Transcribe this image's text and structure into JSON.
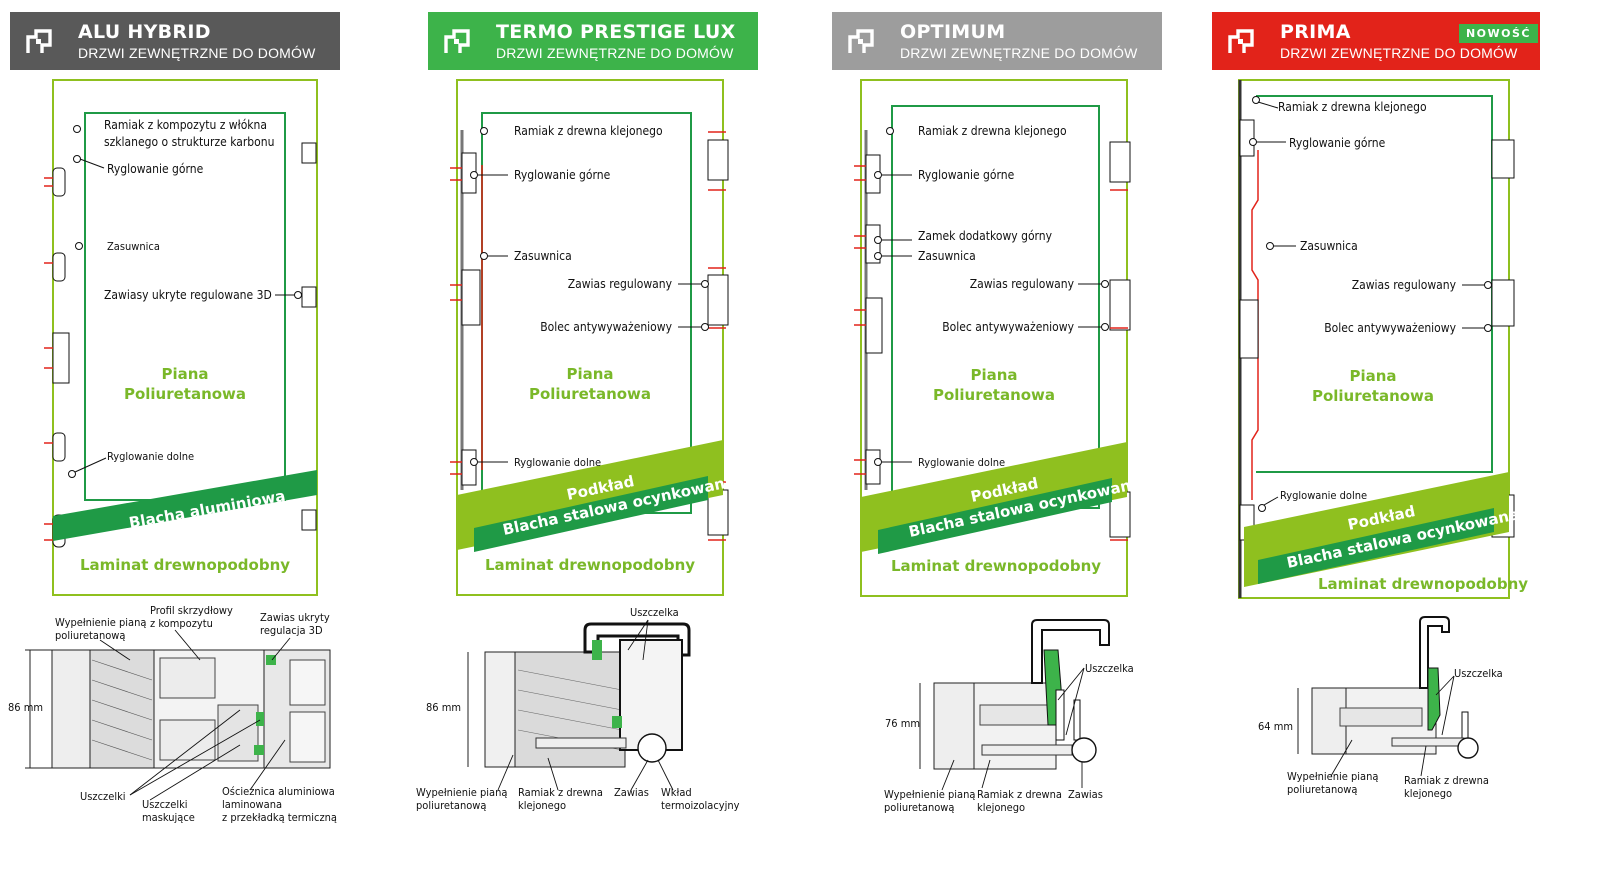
{
  "colors": {
    "alu_header": "#595959",
    "termo_header": "#3db34a",
    "optimum_header": "#9d9d9d",
    "prima_header": "#e2231a",
    "lime": "#8fc01f",
    "dark_green": "#1f9a46",
    "red": "#e2231a"
  },
  "panels": [
    {
      "name": "ALU HYBRID",
      "subtitle": "DRZWI ZEWNĘTRZNE DO DOMÓW",
      "labels": {
        "frame1": "Ramiak z kompozytu z włókna",
        "frame2": "szklanego o strukturze karbonu",
        "lock_top": "Ryglowanie górne",
        "bolt": "Zasuwnica",
        "hinges": "Zawiasy ukryte regulowane 3D",
        "foam1": "Piana",
        "foam2": "Poliuretanowa",
        "lock_bottom": "Ryglowanie dolne",
        "band": "Blacha aluminiowa",
        "laminate": "Laminat drewnopodobny"
      },
      "section": {
        "fill1": "Wypełnienie pianą",
        "fill2": "poliuretanową",
        "profile1": "Profil skrzydłowy",
        "profile2": "z kompozytu",
        "hinge1": "Zawias ukryty",
        "hinge2": "regulacja 3D",
        "thickness": "86 mm",
        "seals": "Uszczelki",
        "mask1": "Uszczelki",
        "mask2": "maskujące",
        "frame1": "Ościeżnica aluminiowa",
        "frame2": "laminowana",
        "frame3": "z przekładką termiczną"
      }
    },
    {
      "name": "TERMO PRESTIGE LUX",
      "subtitle": "DRZWI ZEWNĘTRZNE DO DOMÓW",
      "labels": {
        "frame": "Ramiak z drewna klejonego",
        "lock_top": "Ryglowanie górne",
        "bolt": "Zasuwnica",
        "hinge": "Zawias regulowany",
        "pin": "Bolec antywyważeniowy",
        "foam1": "Piana",
        "foam2": "Poliuretanowa",
        "lock_bottom": "Ryglowanie dolne",
        "base": "Podkład",
        "band": "Blacha stalowa ocynkowana",
        "laminate": "Laminat drewnopodobny"
      },
      "section": {
        "seal": "Uszczelka",
        "thickness": "86 mm",
        "fill1": "Wypełnienie pianą",
        "fill2": "poliuretanową",
        "wood1": "Ramiak z drewna",
        "wood2": "klejonego",
        "hinge": "Zawias",
        "insert1": "Wkład",
        "insert2": "termoizolacyjny"
      }
    },
    {
      "name": "OPTIMUM",
      "subtitle": "DRZWI ZEWNĘTRZNE DO DOMÓW",
      "labels": {
        "frame": "Ramiak z drewna klejonego",
        "lock_top": "Ryglowanie górne",
        "extra_lock": "Zamek dodatkowy górny",
        "bolt": "Zasuwnica",
        "hinge": "Zawias regulowany",
        "pin": "Bolec antywyważeniowy",
        "foam1": "Piana",
        "foam2": "Poliuretanowa",
        "lock_bottom": "Ryglowanie dolne",
        "base": "Podkład",
        "band": "Blacha stalowa ocynkowana",
        "laminate": "Laminat drewnopodobny"
      },
      "section": {
        "seal": "Uszczelka",
        "thickness": "76 mm",
        "fill1": "Wypełnienie pianą",
        "fill2": "poliuretanową",
        "wood1": "Ramiak z drewna",
        "wood2": "klejonego",
        "hinge": "Zawias"
      }
    },
    {
      "name": "PRIMA",
      "subtitle": "DRZWI ZEWNĘTRZNE DO DOMÓW",
      "badge": "NOWOŚĆ",
      "labels": {
        "frame": "Ramiak z drewna klejonego",
        "lock_top": "Ryglowanie górne",
        "bolt": "Zasuwnica",
        "hinge": "Zawias regulowany",
        "pin": "Bolec antywyważeniowy",
        "foam1": "Piana",
        "foam2": "Poliuretanowa",
        "lock_bottom": "Ryglowanie dolne",
        "base": "Podkład",
        "band": "Blacha stalowa ocynkowana",
        "laminate": "Laminat drewnopodobny"
      },
      "section": {
        "seal": "Uszczelka",
        "thickness": "64 mm",
        "fill1": "Wypełnienie pianą",
        "fill2": "poliuretanową",
        "wood1": "Ramiak z drewna",
        "wood2": "klejonego"
      }
    }
  ]
}
